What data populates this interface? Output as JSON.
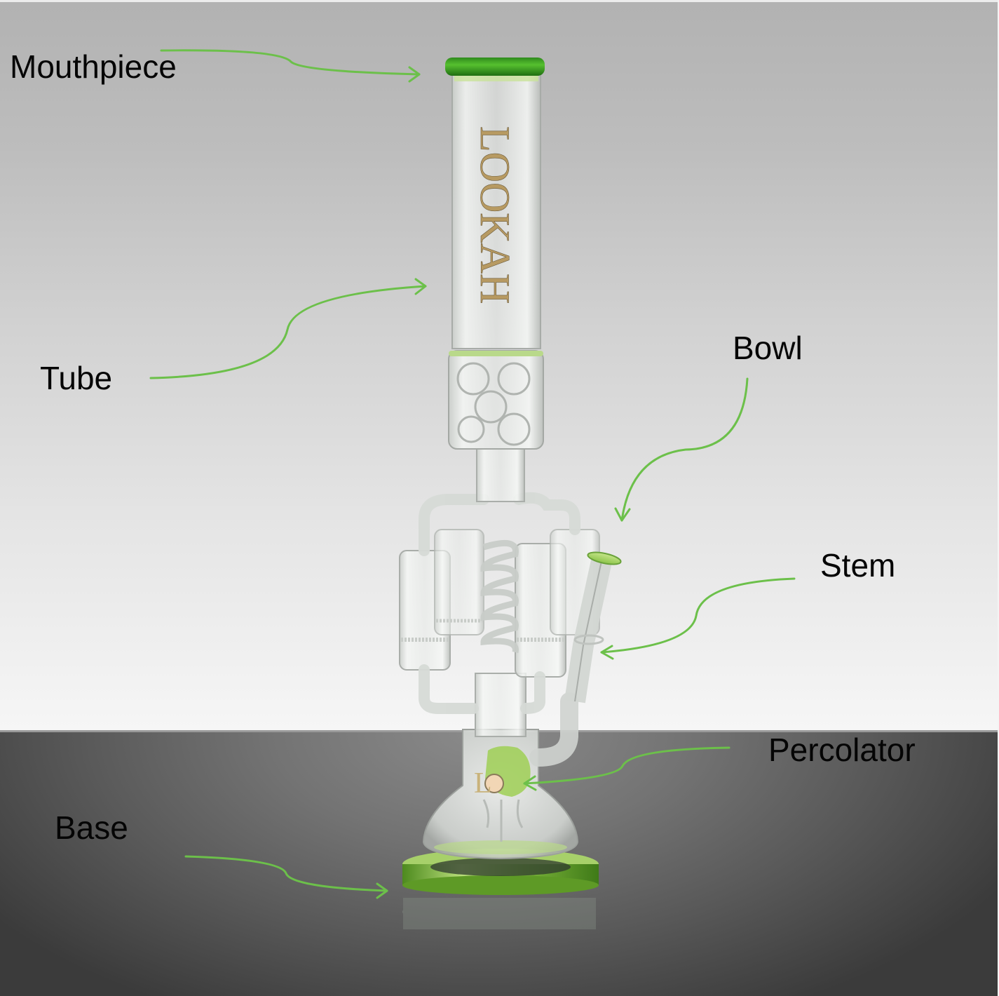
{
  "figure": {
    "subject": "Glass water pipe with recycler and percolator",
    "brand_mark": "LOOKAH",
    "arrow_color": "#6cc04a",
    "accent_glass_color": "#3fa02a",
    "label_color": "#050505"
  },
  "labels": [
    {
      "id": "mouthpiece",
      "text": "Mouthpiece"
    },
    {
      "id": "tube",
      "text": "Tube"
    },
    {
      "id": "bowl",
      "text": "Bowl"
    },
    {
      "id": "stem",
      "text": "Stem"
    },
    {
      "id": "percolator",
      "text": "Percolator"
    },
    {
      "id": "base",
      "text": "Base"
    }
  ]
}
